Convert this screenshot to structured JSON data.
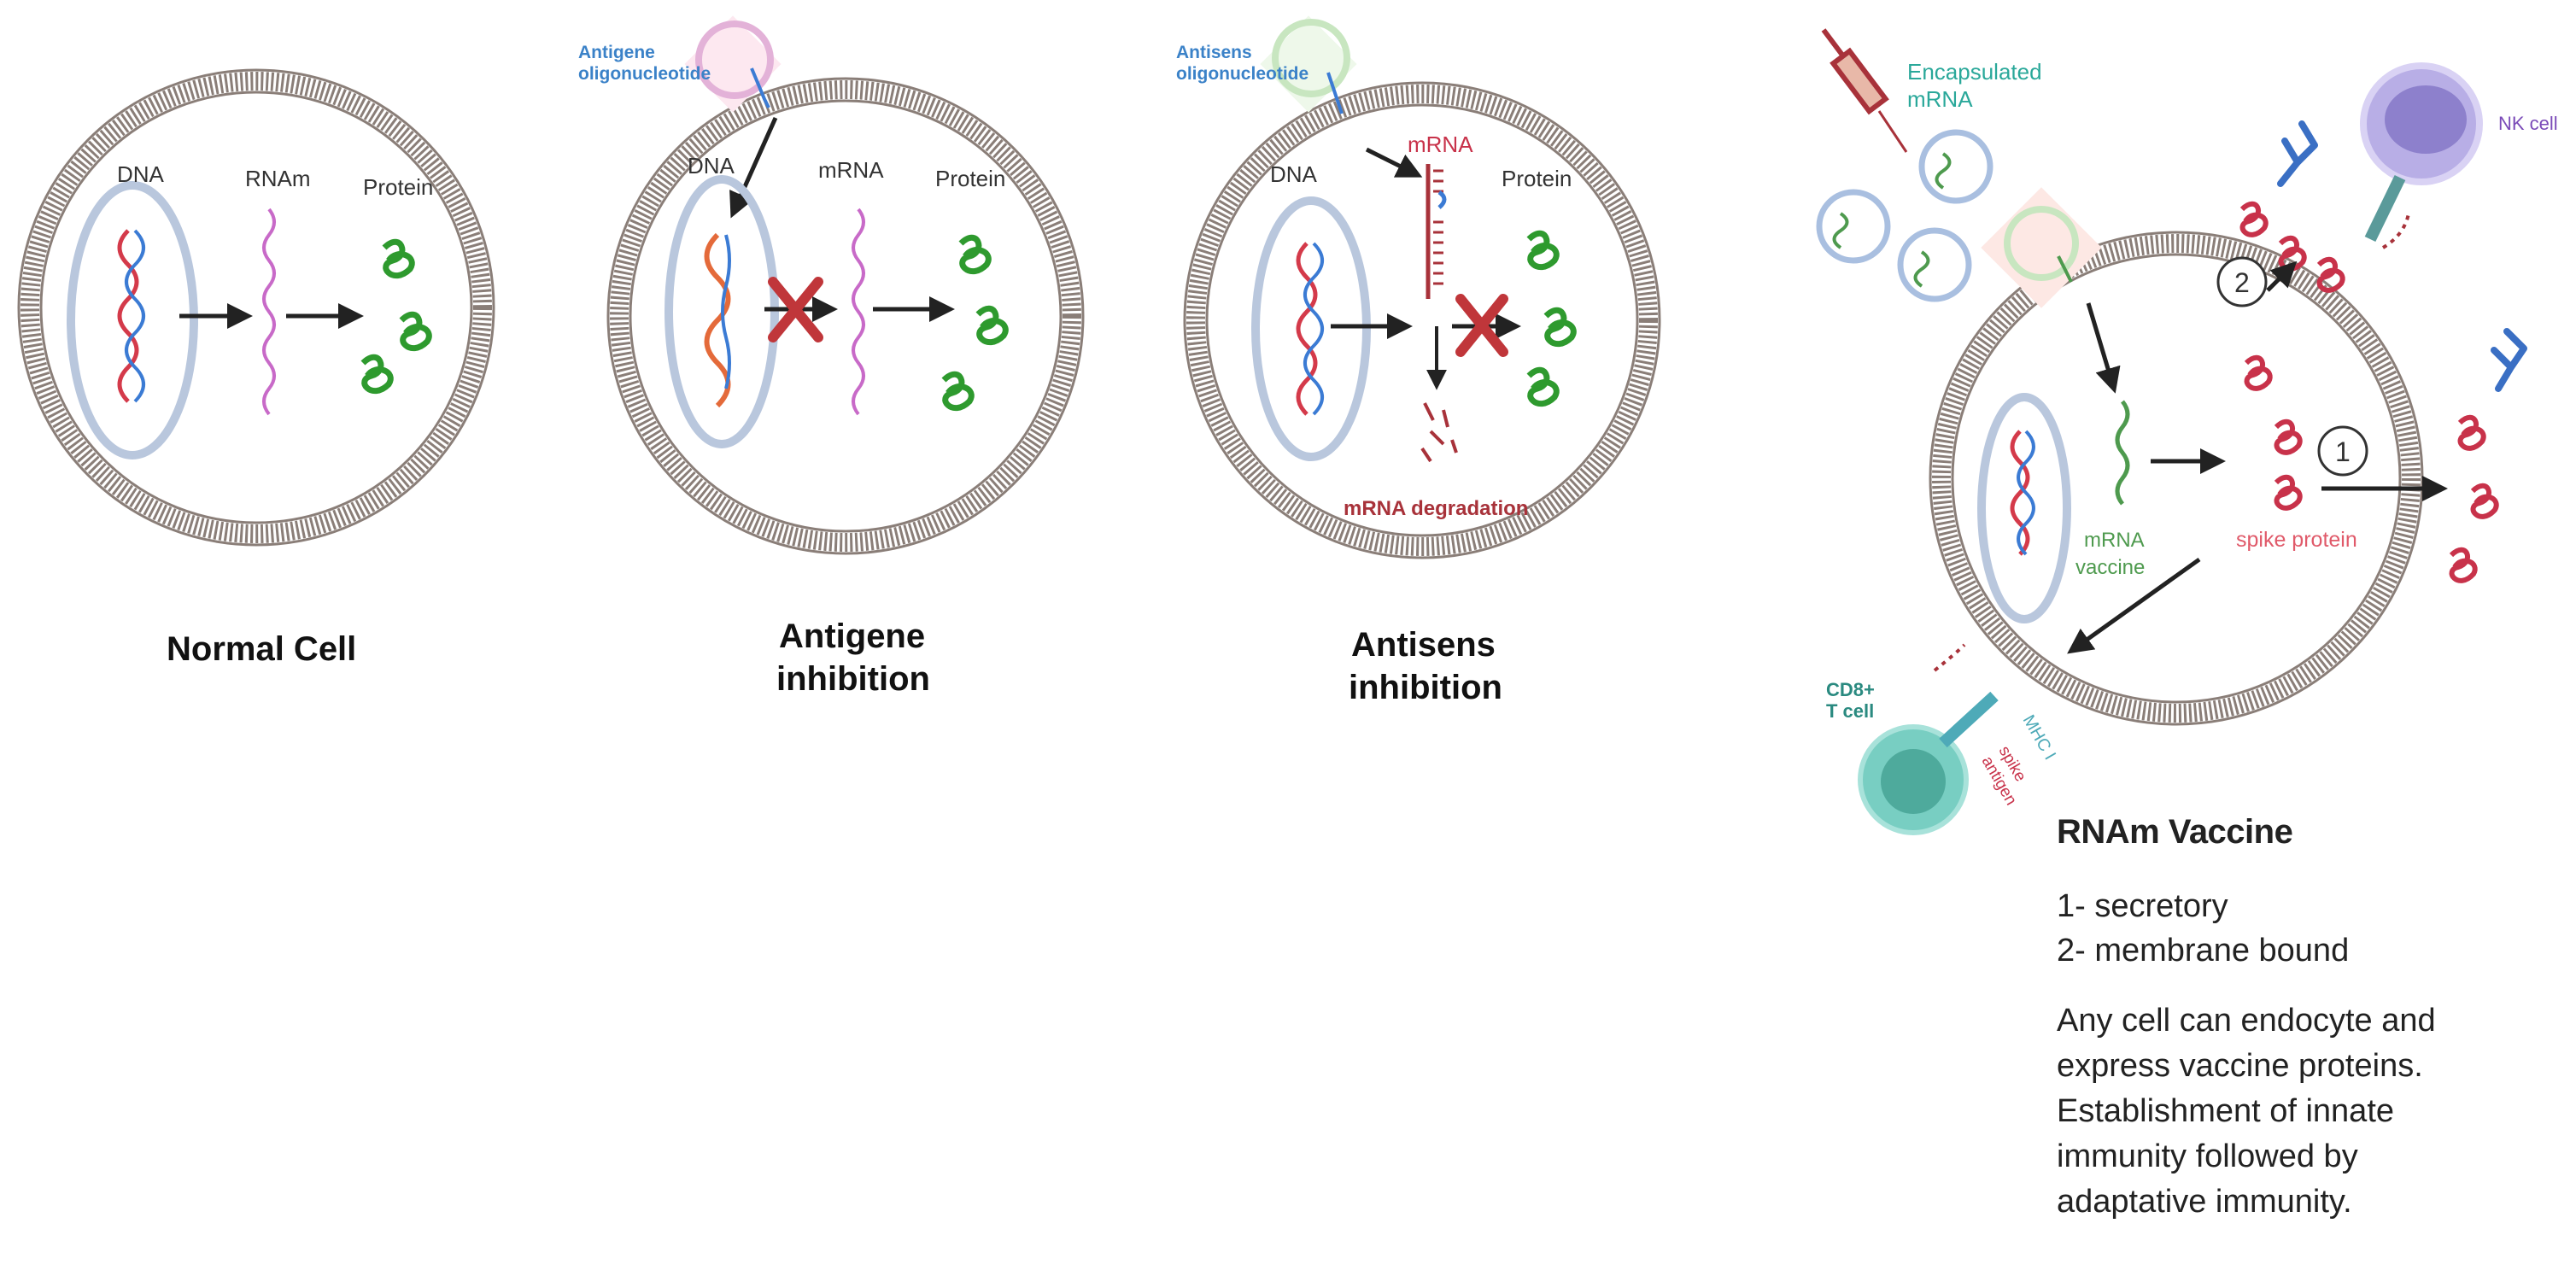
{
  "panels": {
    "normal": {
      "caption": "Normal Cell",
      "dna_label": "DNA",
      "rna_label": "RNAm",
      "protein_label": "Protein"
    },
    "antigene": {
      "caption_line1": "Antigene",
      "caption_line2": "inhibition",
      "oligo_line1": "Antigene",
      "oligo_line2": "oligonucleotide",
      "dna_label": "DNA",
      "rna_label": "mRNA",
      "protein_label": "Protein"
    },
    "antisens": {
      "caption_line1": "Antisens",
      "caption_line2": "inhibition",
      "oligo_line1": "Antisens",
      "oligo_line2": "oligonucleotide",
      "dna_label": "DNA",
      "rna_label": "mRNA",
      "protein_label": "Protein",
      "degradation_label": "mRNA degradation"
    },
    "vaccine": {
      "encapsulated_line1": "Encapsulated",
      "encapsulated_line2": "mRNA",
      "nk_label": "NK cell",
      "cd8_line1": "CD8+",
      "cd8_line2": "T cell",
      "mhc_label": "MHC I",
      "spike_antigen_line1": "spike",
      "spike_antigen_line2": "antigen",
      "mrna_vaccine_line1": "mRNA",
      "mrna_vaccine_line2": "vaccine",
      "spike_protein_label": "spike protein",
      "step1": "1",
      "step2": "2"
    }
  },
  "legend": {
    "title": "RNAm Vaccine",
    "line1": "1- secretory",
    "line2": "2- membrane bound",
    "para1": "Any cell can endocyte and",
    "para2": "express vaccine proteins.",
    "para3": "Establishment of innate",
    "para4": "immunity followed by",
    "para5": "adaptative immunity."
  },
  "colors": {
    "membrane": "#8a7e78",
    "nucleus": "#b9c7dd",
    "protein_green": "#2e9a2e",
    "rna_purple": "#c86ac8",
    "spike_red": "#c8324a",
    "inhibit_red": "#c0363a",
    "antibody_blue": "#3a6fc4",
    "nk_purple": "#9a8cd4",
    "tcell_teal": "#5cc4b4",
    "text_teal": "#2aa89a",
    "degradation_red": "#a8323a"
  }
}
